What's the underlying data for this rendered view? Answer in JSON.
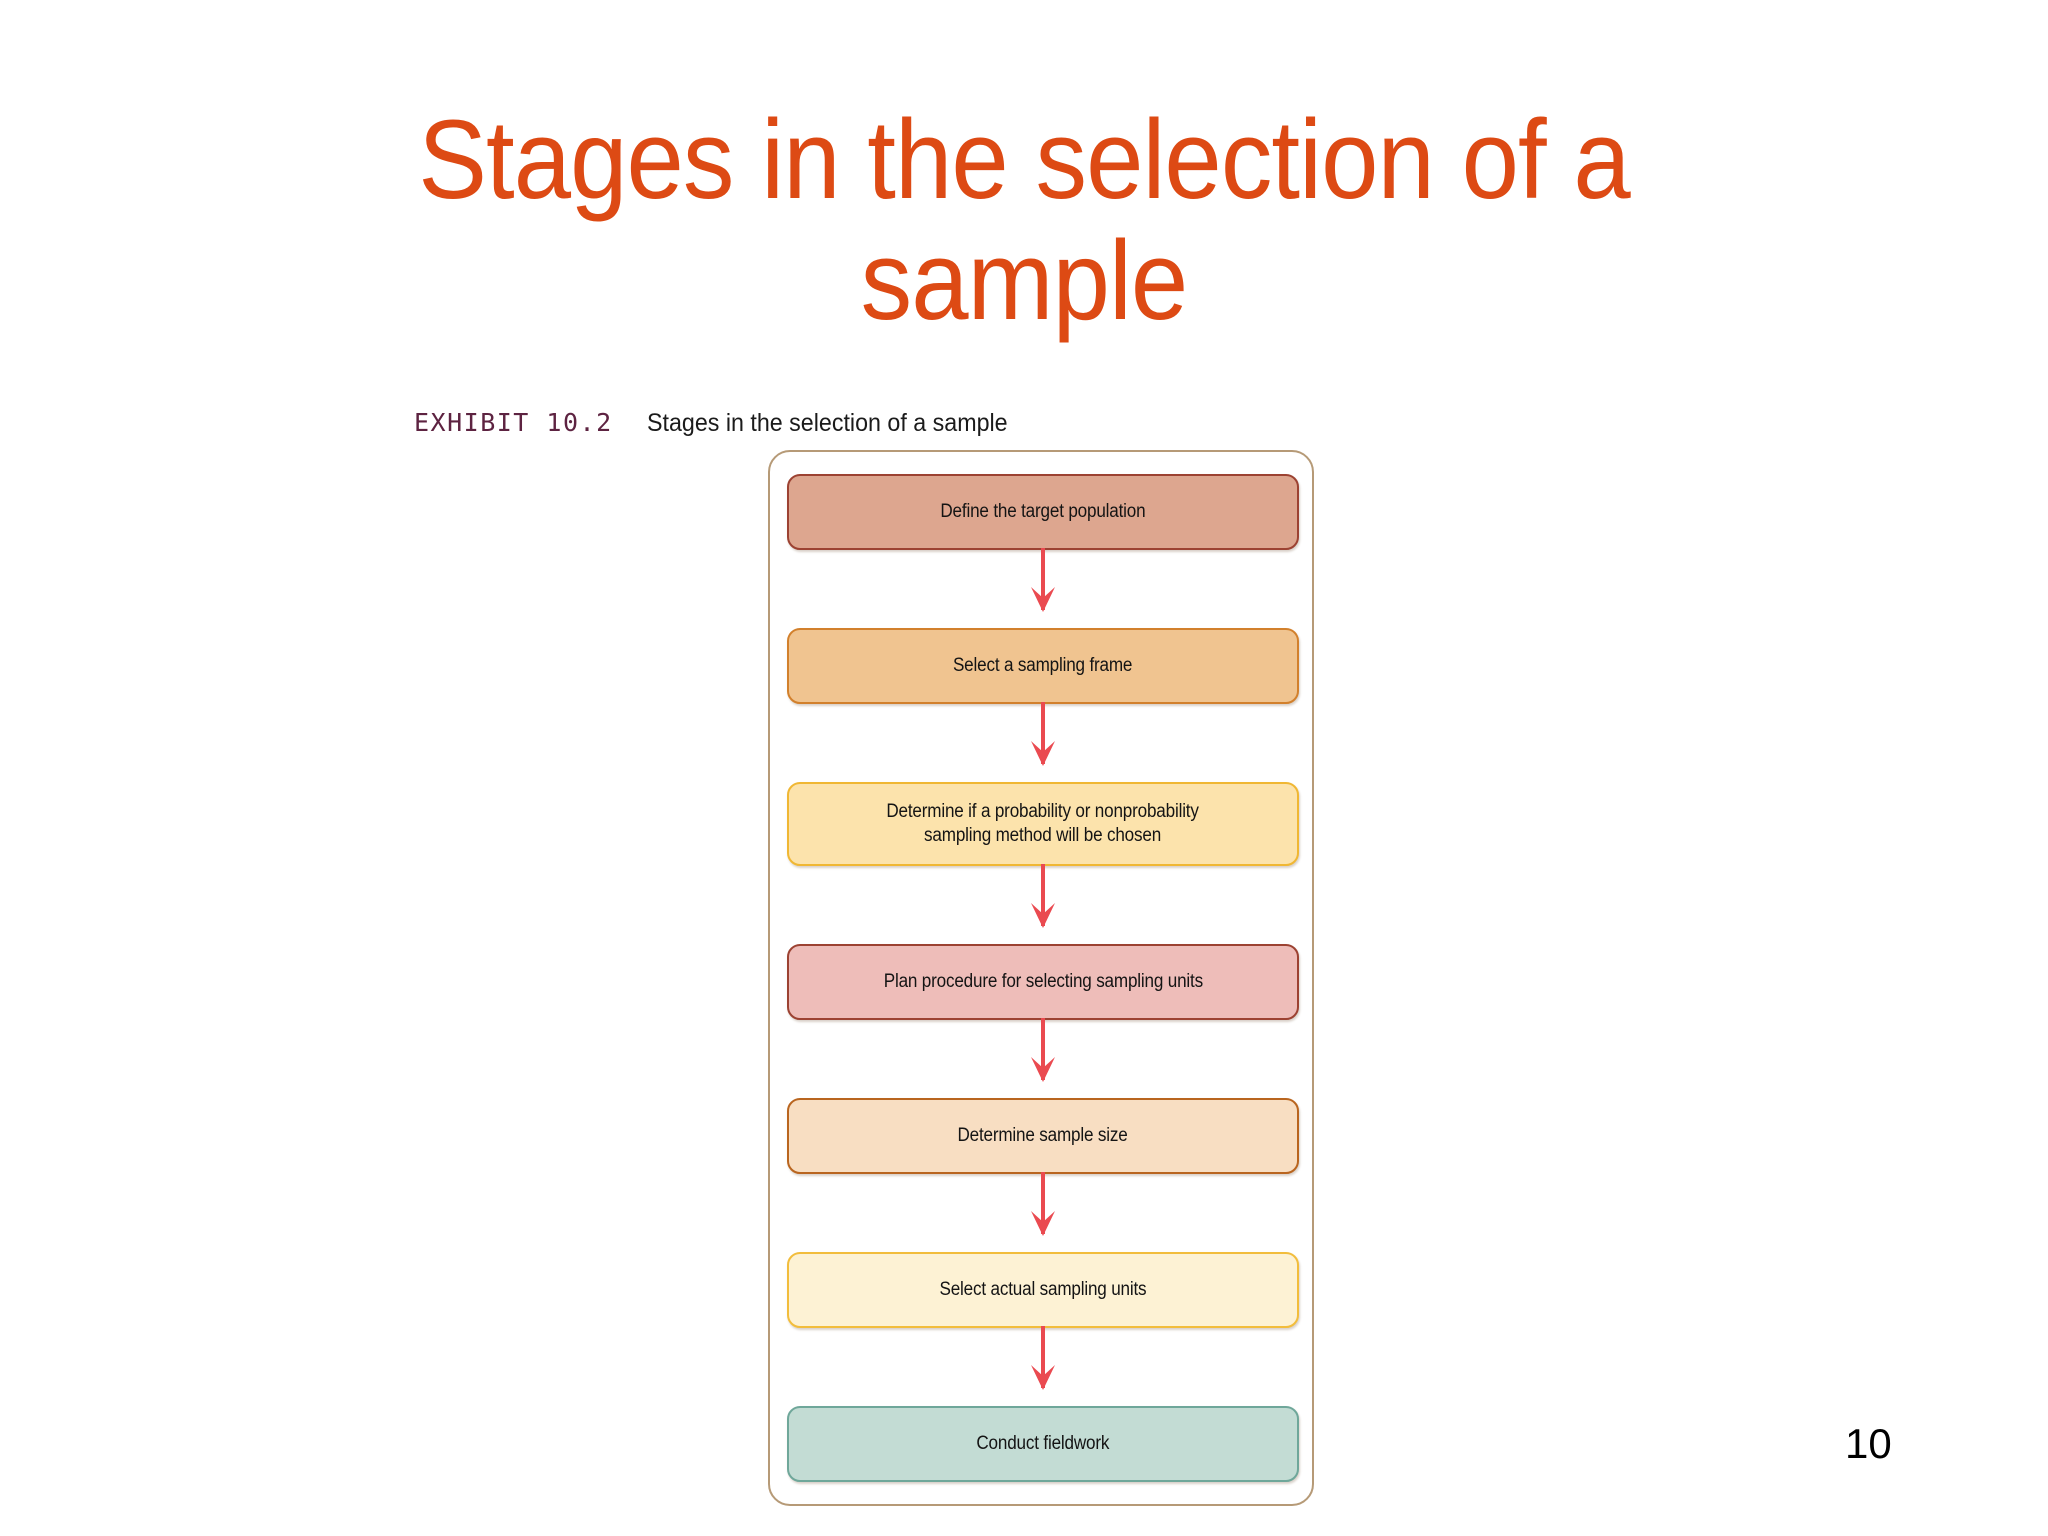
{
  "slide": {
    "title": "Stages in the selection of a\nsample",
    "title_color": "#dd4a14",
    "page_number": "10",
    "background_color": "#ffffff"
  },
  "exhibit": {
    "label": "EXHIBIT 10.2",
    "label_color": "#5d2341",
    "subtitle": "Stages in the selection of a sample",
    "frame_border_color": "#b69a77"
  },
  "flowchart": {
    "arrow_color": "#ea4a50",
    "steps": [
      {
        "order": 1,
        "text": "Define the target population",
        "fill": "#dda68f",
        "border": "#9c4232"
      },
      {
        "order": 2,
        "text": "Select a sampling frame",
        "fill": "#f0c490",
        "border": "#d2802c"
      },
      {
        "order": 3,
        "text": "Determine if a probability or nonprobability\nsampling method will be chosen",
        "fill": "#fce3ac",
        "border": "#f0b733"
      },
      {
        "order": 4,
        "text": "Plan procedure for selecting sampling units",
        "fill": "#eebdb9",
        "border": "#9c4232"
      },
      {
        "order": 5,
        "text": "Determine sample size",
        "fill": "#f8dec2",
        "border": "#b9651f"
      },
      {
        "order": 6,
        "text": "Select actual sampling units",
        "fill": "#fdf2d4",
        "border": "#f2bd3c"
      },
      {
        "order": 7,
        "text": "Conduct fieldwork",
        "fill": "#c3dcd4",
        "border": "#6fa79a"
      }
    ]
  }
}
